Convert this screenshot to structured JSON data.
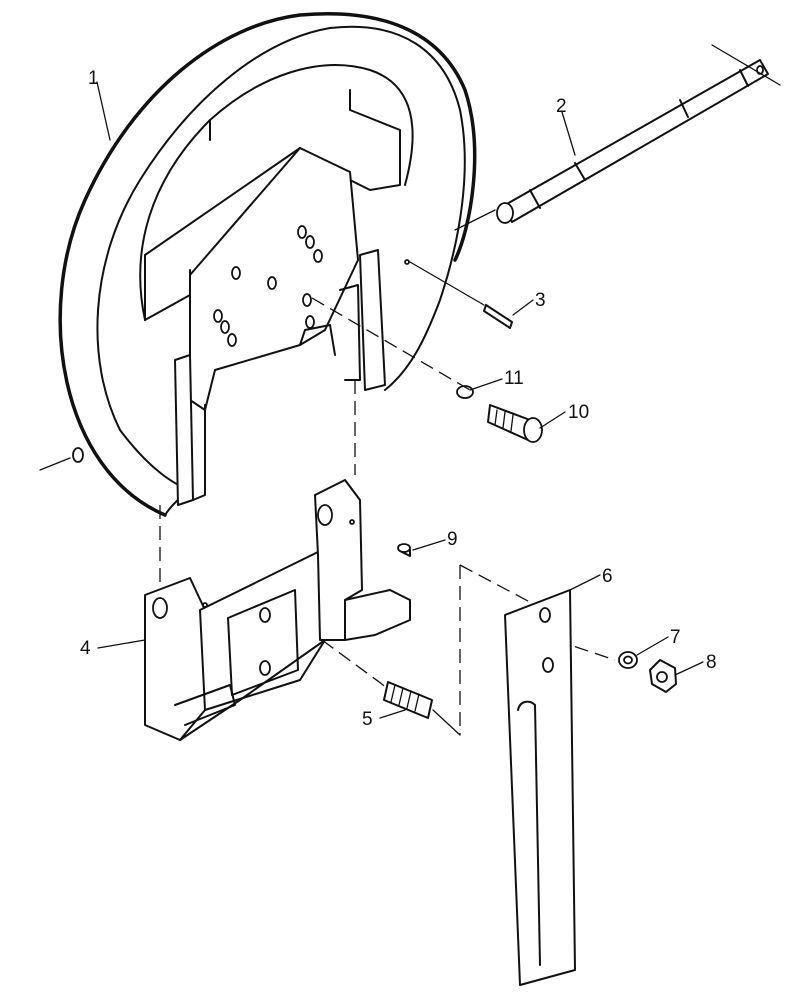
{
  "callouts": [
    {
      "id": "c1",
      "text": "1"
    },
    {
      "id": "c2",
      "text": "2"
    },
    {
      "id": "c3",
      "text": "3"
    },
    {
      "id": "c4",
      "text": "4"
    },
    {
      "id": "c5",
      "text": "5"
    },
    {
      "id": "c6",
      "text": "6"
    },
    {
      "id": "c7",
      "text": "7"
    },
    {
      "id": "c8",
      "text": "8"
    },
    {
      "id": "c9",
      "text": "9"
    },
    {
      "id": "c10",
      "text": "10"
    },
    {
      "id": "c11",
      "text": "11"
    }
  ]
}
